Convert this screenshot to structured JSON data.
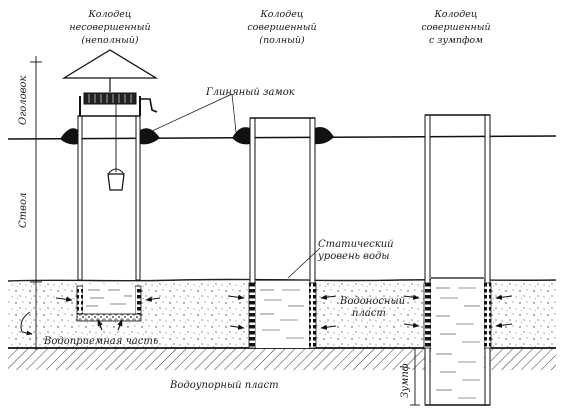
{
  "wells": [
    {
      "title_lines": [
        "Колодец",
        "несовершенный",
        "(неполный)"
      ]
    },
    {
      "title_lines": [
        "Колодец",
        "совершенный",
        "(полный)"
      ]
    },
    {
      "title_lines": [
        "Колодец",
        "совершенный",
        "с зумпфом"
      ]
    }
  ],
  "labels": {
    "head_part": "Оголовок",
    "shaft": "Ствол",
    "clay_lock": "Глиняный замок",
    "static_level_line1": "Статический",
    "static_level_line2": "уровень воды",
    "aquifer_line1": "Водоносный",
    "aquifer_line2": "пласт",
    "intake": "Водоприемная часть",
    "aquiclude": "Водоупорный пласт",
    "sump": "Зумпф"
  }
}
